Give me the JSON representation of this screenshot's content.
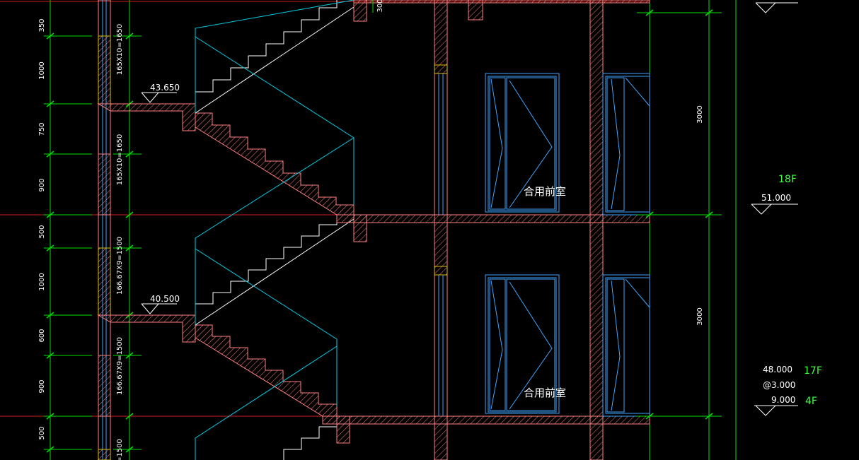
{
  "colors": {
    "background": "#000000",
    "axis_green": "#00e000",
    "level_red": "#cc1f1f",
    "wall_pink": "#ff7f7f",
    "stair_white": "#ffffff",
    "glass_cyan": "#00cfe6",
    "window_blue": "#3fa5ff",
    "yellow": "#e0c000",
    "label_green": "#3cff3c"
  },
  "left_dimensions": [
    "350",
    "1000",
    "750",
    "900",
    "500",
    "1000",
    "600",
    "900",
    "500"
  ],
  "stair_dimensions": [
    "165X10=1650",
    "165X10=1650",
    "166.67X9=1500",
    "166.67X9=1500",
    "=1500"
  ],
  "landing_elevations": [
    "43.650",
    "40.500"
  ],
  "top_dimension": "300",
  "right_dimensions": [
    "3000",
    "3000"
  ],
  "room_labels": [
    "合用前室",
    "合用前室"
  ],
  "level_marks": {
    "upper": {
      "floor": "18F",
      "elevation": "51.000"
    },
    "lower": {
      "top_elevation": "48.000",
      "top_floor": "17F",
      "spacing": "@3.000",
      "bottom_elevation": "9.000",
      "bottom_floor": "4F"
    }
  }
}
